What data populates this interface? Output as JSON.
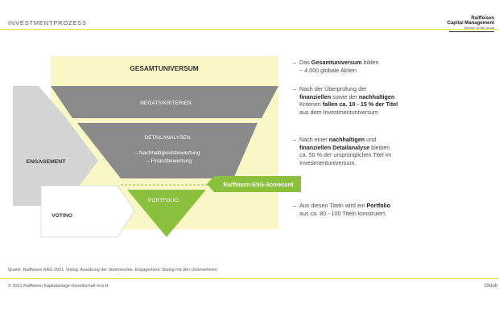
{
  "header": {
    "title": "INVESTMENTPROZESS"
  },
  "logo": {
    "line1": "Raiffeisen",
    "line2": "Capital Management",
    "line3": "Member of RBI Group"
  },
  "diagram": {
    "universe_label": "GESAMTUNIVERSUM",
    "negative_label": "NEGATIVKRITERIEN",
    "detail_label": "DETAILANALYSEN",
    "detail_sub1": "– Nachhaltigkeitsbewertung",
    "detail_sub2": "– Finanzbewertung",
    "portfolio_label": "PORTFOLIO",
    "engagement_label": "ENGAGEMENT",
    "voting_label": "VOTING",
    "scorecard_label": "Raiffeisen-ESG-Scorecard",
    "colors": {
      "light_yellow": "#f9f7c6",
      "gray": "#8a8a8a",
      "green": "#8bbf3e",
      "light_gray": "#d4d4d4"
    }
  },
  "bullets": [
    {
      "text": "Das **Gesamtuniversum** bilden\n~ 4.000 globale Aktien."
    },
    {
      "text": "Nach der Überprüfung der\n**finanziellen** sowie der **nachhaltigen\nKriterien** fallen ca. 10 - 15 % der Titel\naus dem Investmentuniversum"
    },
    {
      "text": "Nach einer **nachhaltigen** und\n**finanziellen Detailanalyse** bleiben\nca. 50 % der ursprünglichen Titel im\nInvestmentuniversum."
    },
    {
      "text": "Aus diesen Titeln wird ein **Portfolio**\naus ca. 80 - 100 Titeln konstruiert."
    }
  ],
  "footer": {
    "source": "Quelle: Raiffeisen KAG 2021. Voting: Ausübung der Stimmrechte. Engagement: Dialog mit den Unternehmen",
    "copyright": "© 2021 Raiffeisen Kapitalanlage-Gesellschaft m.b.H.",
    "page_marker": "Oktob"
  }
}
